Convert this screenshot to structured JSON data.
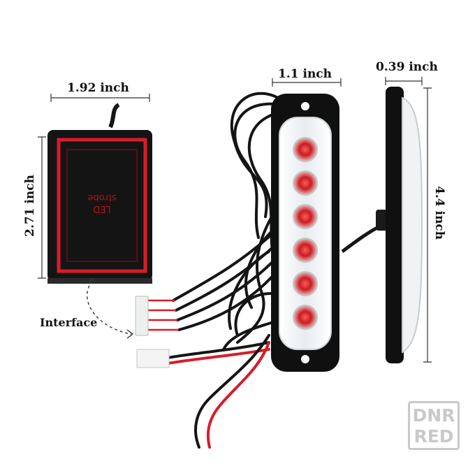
{
  "dimensions": {
    "box_width": "1.92 inch",
    "box_height": "2.71 inch",
    "light_width": "1.1 inch",
    "light_depth": "0.39 inch",
    "light_height": "4.4 inch"
  },
  "controller": {
    "label_line1": "LED",
    "label_line2": "strobe"
  },
  "interface_label": "Interface",
  "watermark": {
    "line1": "DNR",
    "line2": "RED"
  },
  "colors": {
    "accent_red": "#d81c2a",
    "body_black": "#101010",
    "lens_clear": "#eef2f4"
  }
}
